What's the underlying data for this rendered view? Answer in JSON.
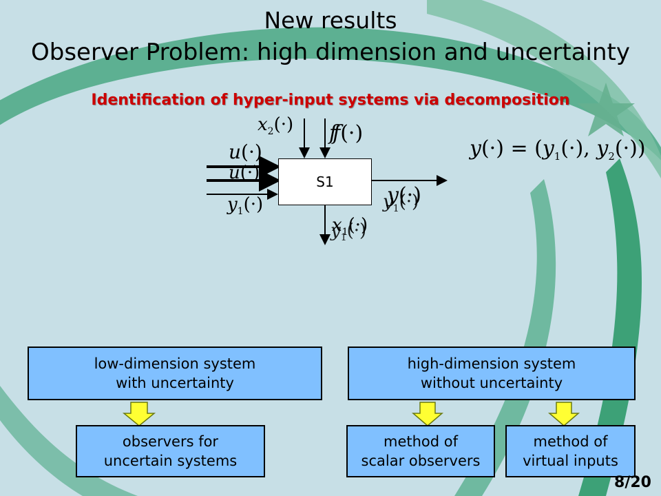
{
  "slide": {
    "title_line1": "New results",
    "title_line2": "Observer Problem: high dimension and uncertainty",
    "subtitle": "Identification of hyper-input systems via decomposition",
    "page_number": "8/20"
  },
  "diagram": {
    "block_label": "S1",
    "input_x2": "x",
    "input_x2_sub": "2",
    "input_f": "f",
    "input_u": "u",
    "input_u_dup": "u",
    "input_y1": "y",
    "input_y1_sub": "1",
    "output_y": "y",
    "output_y1_overlay": "y",
    "output_y1_sub": "1",
    "output_x1": "x",
    "output_x1_sub": "1",
    "output_x1_overlay": "y",
    "output_x1_overlay_sub": "1",
    "arg": "(·)",
    "equation_lhs": "y",
    "equation_eq": " = (",
    "equation_y1": "y",
    "equation_y1_sub": "1",
    "equation_comma": ", ",
    "equation_y2": "y",
    "equation_y2_sub": "2",
    "equation_close": ")"
  },
  "boxes": {
    "low_dim": [
      "low-dimension system",
      "with uncertainty"
    ],
    "high_dim": [
      "high-dimension system",
      "without uncertainty"
    ],
    "observers_uncertain": [
      "observers for",
      "uncertain systems"
    ],
    "scalar_observers": [
      "method of",
      "scalar observers"
    ],
    "virtual_inputs": [
      "method of",
      "virtual inputs"
    ]
  },
  "colors": {
    "background": "#c7dfe6",
    "swoosh": "#2e9a6a",
    "subtitle": "#cc0000",
    "box_fill": "#80c0ff",
    "arrow_fill": "#ffff33"
  }
}
